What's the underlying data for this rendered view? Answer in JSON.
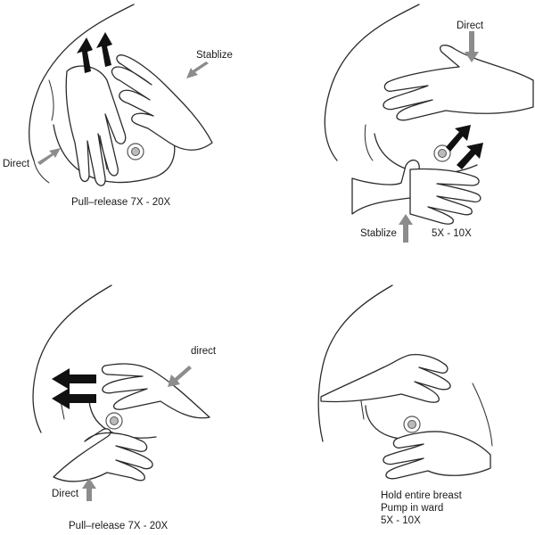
{
  "colors": {
    "outline": "#2b2b2b",
    "direction_arrow": "#8c8c8c",
    "motion_arrow": "#111111",
    "background": "#ffffff"
  },
  "panels": [
    {
      "labels": {
        "stabilize": "Stablize",
        "direct": "Direct"
      },
      "caption": [
        "Pull–release 7X - 20X"
      ]
    },
    {
      "labels": {
        "direct": "Direct",
        "stabilize": "Stablize"
      },
      "caption": [
        "5X - 10X"
      ]
    },
    {
      "labels": {
        "direct_side": "direct",
        "direct_bottom": "Direct"
      },
      "caption": [
        "Pull–release 7X - 20X"
      ]
    },
    {
      "labels": {},
      "caption": [
        "Hold entire breast",
        "Pump in ward",
        "5X - 10X"
      ]
    }
  ]
}
